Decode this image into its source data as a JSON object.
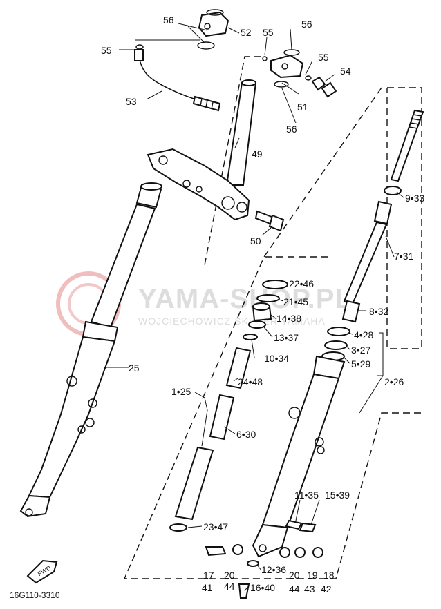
{
  "diagram_code": "16G110-3310",
  "direction_badge": "FWD",
  "watermark": {
    "title": "YAMA-SHOP.PL",
    "subtitle": "WOJCIECHOWICZ SKUTER YAMAHA",
    "logo_color": "#e06060"
  },
  "part_labels": {
    "p56a": "56",
    "p52": "52",
    "p55a": "55",
    "p55b": "55",
    "p56b": "56",
    "p55c": "55",
    "p54": "54",
    "p53": "53",
    "p51": "51",
    "p56c": "56",
    "p49": "49",
    "p9": "9•33",
    "p50": "50",
    "p7": "7•31",
    "p22": "22•46",
    "p21": "21•45",
    "p8": "8•32",
    "p14": "14•38",
    "p4": "4•28",
    "p13": "13•37",
    "p3": "3•27",
    "p10": "10•34",
    "p5": "5•29",
    "p24": "24•48",
    "p2": "2•26",
    "p25": "25",
    "p1": "1•25",
    "p6": "6•30",
    "p11": "11•35",
    "p15": "15•39",
    "p23": "23•47",
    "p12": "12•36",
    "p16": "16•40",
    "p17": "17",
    "p41": "41",
    "p20a": "20",
    "p44a": "44",
    "p20b": "20",
    "p44b": "44",
    "p19": "19",
    "p43": "43",
    "p18": "18",
    "p42": "42"
  }
}
